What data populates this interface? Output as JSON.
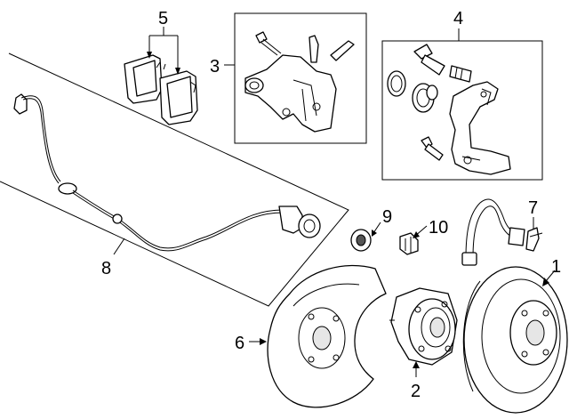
{
  "diagram": {
    "callouts": [
      {
        "id": "1",
        "label": "1",
        "part": "brake-rotor"
      },
      {
        "id": "2",
        "label": "2",
        "part": "wheel-hub"
      },
      {
        "id": "3",
        "label": "3",
        "part": "brake-caliper-assembly"
      },
      {
        "id": "4",
        "label": "4",
        "part": "caliper-repair-kit"
      },
      {
        "id": "5",
        "label": "5",
        "part": "brake-pads"
      },
      {
        "id": "6",
        "label": "6",
        "part": "splash-shield"
      },
      {
        "id": "7",
        "label": "7",
        "part": "hose-fitting"
      },
      {
        "id": "8",
        "label": "8",
        "part": "abs-sensor"
      },
      {
        "id": "9",
        "label": "9",
        "part": "cap"
      },
      {
        "id": "10",
        "label": "10",
        "part": "clip"
      }
    ]
  }
}
